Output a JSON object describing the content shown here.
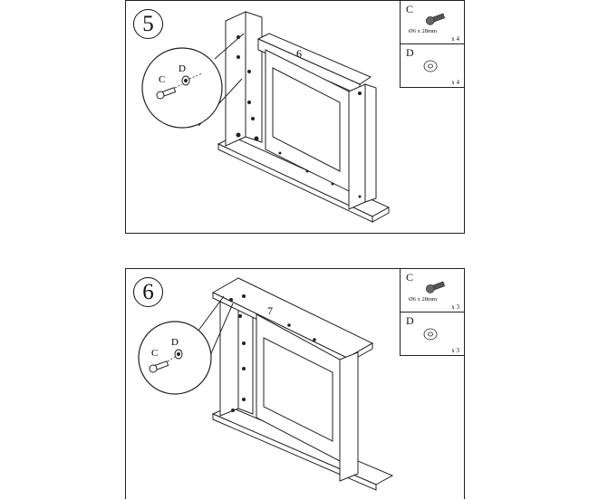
{
  "steps": [
    {
      "number": "5",
      "panel_label": "6",
      "callout": {
        "screw": "C",
        "washer": "D"
      },
      "parts": [
        {
          "letter": "C",
          "size": "Ø6 x 28mm",
          "qty": "x 4",
          "icon": "screw-icon"
        },
        {
          "letter": "D",
          "size": "",
          "qty": "x 4",
          "icon": "washer-icon"
        }
      ]
    },
    {
      "number": "6",
      "panel_label": "7",
      "callout": {
        "screw": "C",
        "washer": "D"
      },
      "parts": [
        {
          "letter": "C",
          "size": "Ø6 x 28mm",
          "qty": "x 3",
          "icon": "screw-icon"
        },
        {
          "letter": "D",
          "size": "",
          "qty": "x 3",
          "icon": "washer-icon"
        }
      ]
    }
  ]
}
